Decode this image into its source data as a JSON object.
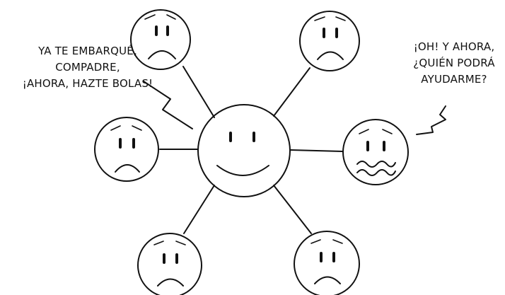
{
  "colors": {
    "ink": "#111111",
    "background": "#ffffff"
  },
  "speech_left": {
    "line1": "YA TE EMBARQUÉ,",
    "line2": "COMPADRE,",
    "line3": "¡AHORA, HAZTE BOLAS!"
  },
  "speech_right": {
    "line1": "¡OH! Y AHORA,",
    "line2": "¿QUIÉN PODRÁ",
    "line3": "AYUDARME?"
  },
  "faces": {
    "center": "happy-face",
    "satellites": [
      "sad-face",
      "sad-face",
      "sad-face",
      "worried-face",
      "sad-face",
      "sad-face"
    ]
  }
}
